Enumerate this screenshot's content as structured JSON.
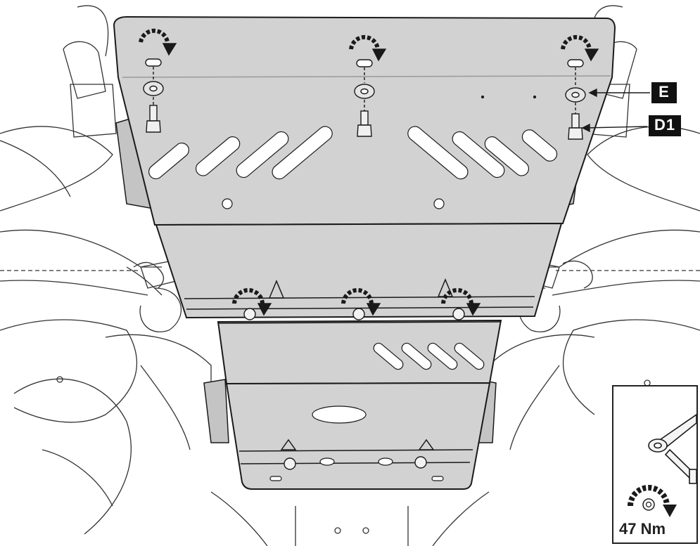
{
  "callouts": {
    "washer_label": "E",
    "bolt_label": "D1"
  },
  "inset": {
    "torque_value": "47 Nm"
  },
  "colors": {
    "plate_fill": "#d2d2d2",
    "line": "#1a1a1a",
    "label_bg": "#111111",
    "label_text": "#ffffff",
    "background": "#ffffff"
  },
  "icons": [
    "rotation-arrow-icon",
    "bolt-icon",
    "washer-icon",
    "nut-icon",
    "torque-wrench-icon"
  ]
}
